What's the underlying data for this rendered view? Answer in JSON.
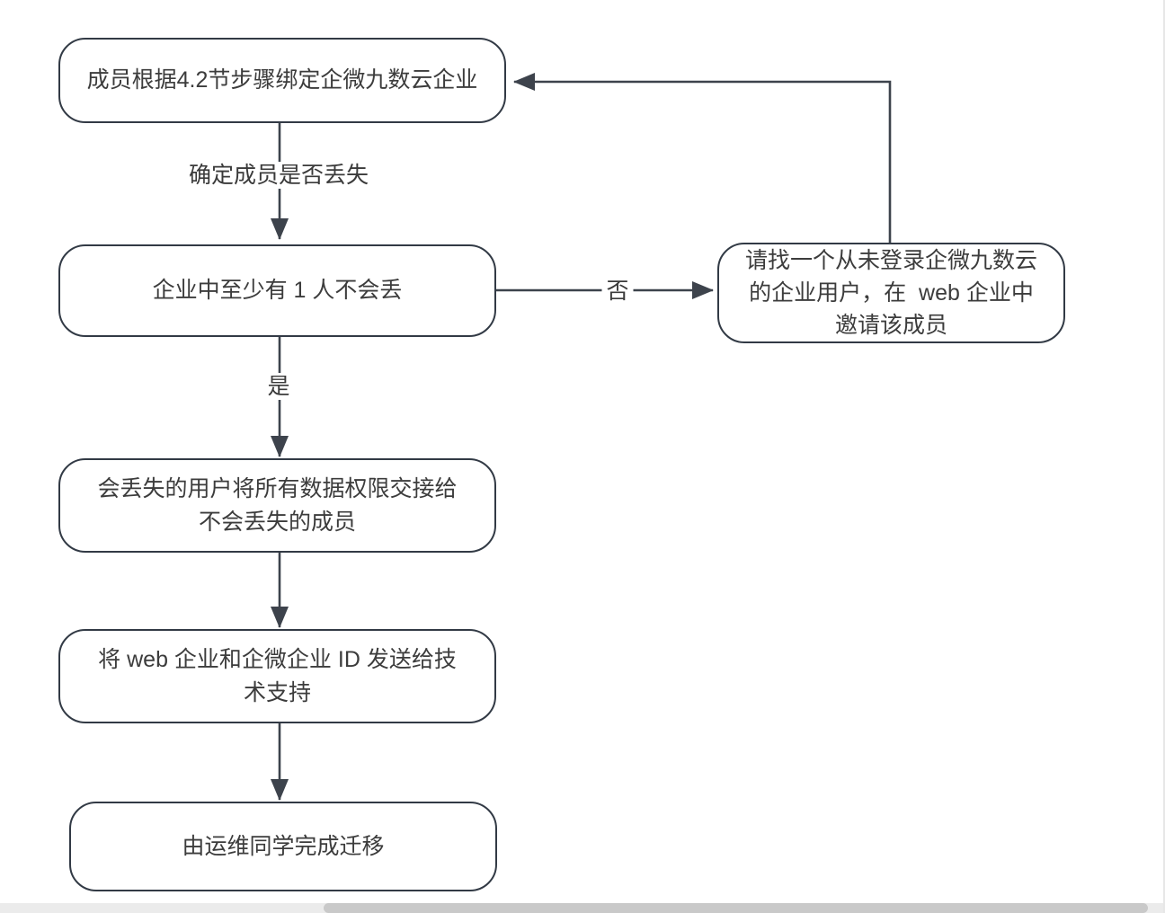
{
  "diagram": {
    "type": "flowchart",
    "colors": {
      "node_border": "#323a45",
      "node_fill": "#ffffff",
      "edge": "#3d434c",
      "text": "#3c3c3c",
      "scrollbar_track": "#ebebeb",
      "scrollbar_thumb": "#c9c9c9"
    },
    "nodes": [
      {
        "id": "bind-member",
        "shape": "rounded",
        "lines": [
          "成员根据4.2节步骤绑定企微九数云企业"
        ]
      },
      {
        "id": "check-loss",
        "shape": "rounded",
        "lines": [
          "企业中至少有 1 人不会丢"
        ]
      },
      {
        "id": "invite-user",
        "shape": "rounded",
        "lines": [
          "请找一个从未登录企微九数云",
          "的企业用户，在  web 企业中",
          "邀请该成员"
        ]
      },
      {
        "id": "handover-data",
        "shape": "rounded",
        "lines": [
          "会丢失的用户将所有数据权限交接给",
          "不会丢失的成员"
        ]
      },
      {
        "id": "send-ids",
        "shape": "rounded",
        "lines": [
          "将 web 企业和企微企业 ID 发送给技",
          "术支持"
        ]
      },
      {
        "id": "ops-migrate",
        "shape": "rounded",
        "lines": [
          "由运维同学完成迁移"
        ]
      }
    ],
    "edges": [
      {
        "from": "bind-member",
        "to": "check-loss",
        "label": "确定成员是否丢失"
      },
      {
        "from": "check-loss",
        "to": "invite-user",
        "label": "否"
      },
      {
        "from": "invite-user",
        "to": "bind-member",
        "label": ""
      },
      {
        "from": "check-loss",
        "to": "handover-data",
        "label": "是"
      },
      {
        "from": "handover-data",
        "to": "send-ids",
        "label": ""
      },
      {
        "from": "send-ids",
        "to": "ops-migrate",
        "label": ""
      }
    ],
    "edge_labels": {
      "determine": "确定成员是否丢失",
      "no": "否",
      "yes": "是"
    }
  }
}
